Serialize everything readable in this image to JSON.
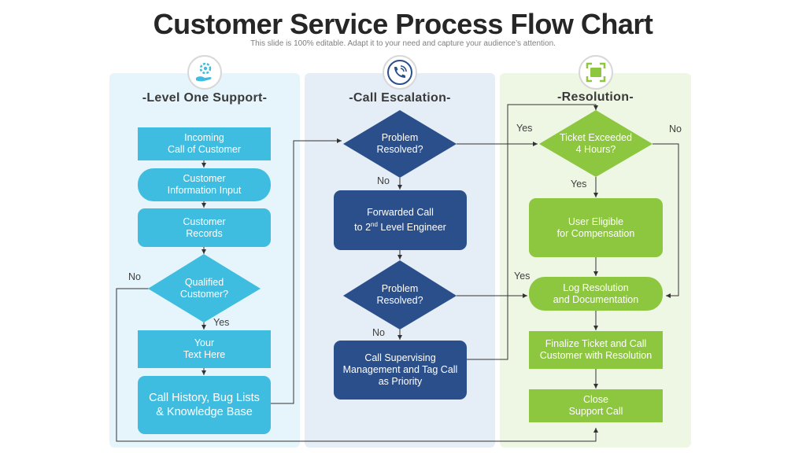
{
  "title": "Customer Service Process Flow Chart",
  "subtitle": "This slide is 100% editable. Adapt it to your need and capture your audience’s attention.",
  "colors": {
    "level_one": "#3fbde0",
    "escalation": "#2b4f8a",
    "resolution": "#8dc63f"
  },
  "lanes": [
    {
      "title": "-Level One Support-",
      "icon": "gear-hand-icon"
    },
    {
      "title": "-Call Escalation-",
      "icon": "phone-call-icon"
    },
    {
      "title": "-Resolution-",
      "icon": "screen-focus-icon"
    }
  ],
  "nodes": {
    "incoming_call": "Incoming\nCall of Customer",
    "customer_info": "Customer\nInformation  Input",
    "customer_records": "Customer\nRecords",
    "qualified": "Qualified\nCustomer?",
    "your_text": "Your\nText Here",
    "call_history": "Call History, Bug Lists\n& Knowledge Base",
    "problem_resolved_1": "Problem\nResolved?",
    "forwarded_call_a": "Forwarded Call",
    "forwarded_call_b": "to 2",
    "forwarded_call_sup": "nd",
    "forwarded_call_c": " Level Engineer",
    "problem_resolved_2": "Problem\nResolved?",
    "call_supervising": "Call Supervising\nManagement and Tag Call\nas Priority",
    "ticket_exceeded": "Ticket Exceeded\n4 Hours?",
    "user_eligible": "User Eligible\nfor Compensation",
    "log_resolution": "Log Resolution\nand Documentation",
    "finalize_ticket": "Finalize Ticket and Call\nCustomer with Resolution",
    "close_call": "Close\nSupport Call"
  },
  "edge_labels": {
    "qualified_no": "No",
    "qualified_yes": "Yes",
    "problem1_no": "No",
    "problem2_no": "No",
    "ticket_yes_left": "Yes",
    "ticket_no": "No",
    "ticket_yes_down": "Yes",
    "log_yes": "Yes"
  }
}
